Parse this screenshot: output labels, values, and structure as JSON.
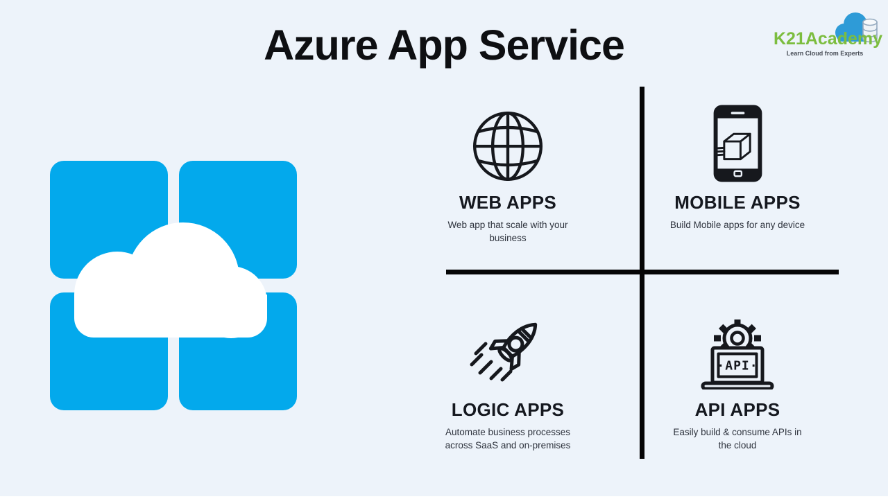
{
  "title": "Azure App Service",
  "logo": {
    "brand": "K21Academy",
    "tagline": "Learn Cloud from Experts"
  },
  "quadrants": {
    "web": {
      "title": "WEB APPS",
      "description": "Web app that scale with your business"
    },
    "mobile": {
      "title": "MOBILE APPS",
      "description": "Build Mobile apps for any device"
    },
    "logic": {
      "title": "LOGIC APPS",
      "description": "Automate business processes across SaaS and on-premises"
    },
    "api": {
      "title": "API APPS",
      "description": "Easily build & consume APIs in the cloud"
    }
  },
  "api_icon_label": "·API·",
  "icons": [
    "globe-icon",
    "mobile-phone-icon",
    "rocket-icon",
    "api-laptop-gear-icon",
    "cloud-database-icon",
    "azure-app-service-icon"
  ],
  "colors": {
    "background": "#edf3fa",
    "tile_blue": "#03a9ec",
    "line_black": "#050506",
    "brand_green": "#7cbd3f",
    "logo_cloud_blue": "#2e9bd7",
    "icon_stroke": "#16181d"
  }
}
